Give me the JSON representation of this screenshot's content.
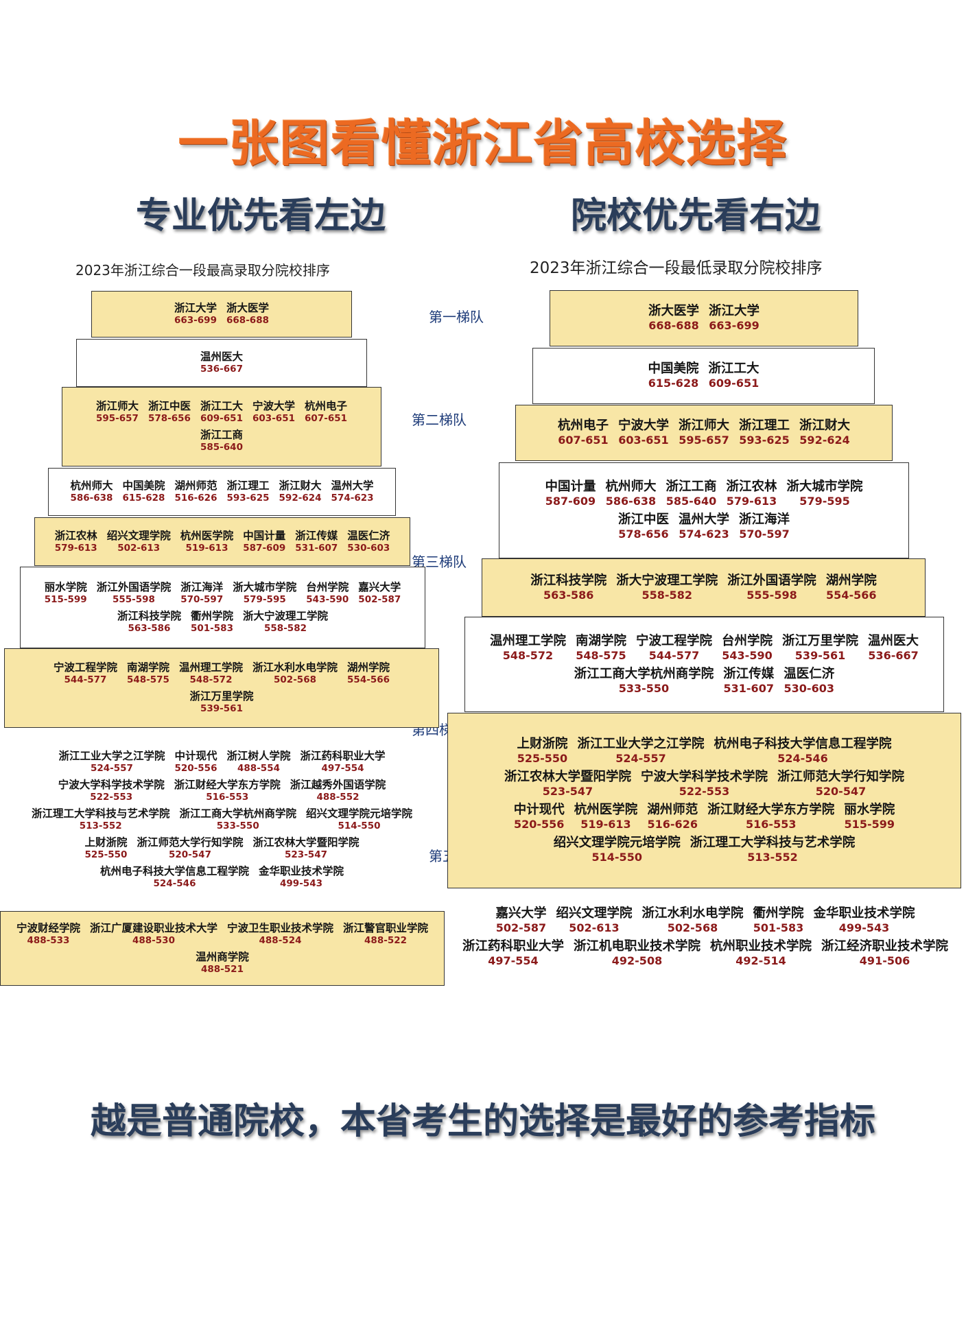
{
  "title": "一张图看懂浙江省高校选择",
  "left_heading": "专业优先看左边",
  "right_heading": "院校优先看右边",
  "left_caption": "2023年浙江综合一段最高录取分院校排序",
  "right_caption": "2023年浙江综合一段最低录取分院校排序",
  "tiers": [
    "第一梯队",
    "第二梯队",
    "第三梯队",
    "第四梯队",
    "第五梯队"
  ],
  "footer": "越是普通院校，本省考生的选择是最好的参考指标",
  "left_boxes": [
    {
      "style": "y",
      "rows": [
        [
          {
            "n": "浙江大学",
            "s": "663-699"
          },
          {
            "n": "浙大医学",
            "s": "668-688"
          }
        ]
      ]
    },
    {
      "style": "w",
      "rows": [
        [
          {
            "n": "温州医大",
            "s": "536-667"
          }
        ]
      ]
    },
    {
      "style": "y",
      "rows": [
        [
          {
            "n": "浙江师大",
            "s": "595-657"
          },
          {
            "n": "浙江中医",
            "s": "578-656"
          },
          {
            "n": "浙江工大",
            "s": "609-651"
          },
          {
            "n": "宁波大学",
            "s": "603-651"
          },
          {
            "n": "杭州电子",
            "s": "607-651"
          }
        ],
        [
          {
            "n": "浙江工商",
            "s": "585-640"
          }
        ]
      ]
    },
    {
      "style": "w",
      "rows": [
        [
          {
            "n": "杭州师大",
            "s": "586-638"
          },
          {
            "n": "中国美院",
            "s": "615-628"
          },
          {
            "n": "湖州师范",
            "s": "516-626"
          },
          {
            "n": "浙江理工",
            "s": "593-625"
          },
          {
            "n": "浙江财大",
            "s": "592-624"
          },
          {
            "n": "温州大学",
            "s": "574-623"
          }
        ]
      ]
    },
    {
      "style": "y",
      "rows": [
        [
          {
            "n": "浙江农林",
            "s": "579-613"
          },
          {
            "n": "绍兴文理学院",
            "s": "502-613"
          },
          {
            "n": "杭州医学院",
            "s": "519-613"
          },
          {
            "n": "中国计量",
            "s": "587-609"
          },
          {
            "n": "浙江传媒",
            "s": "531-607"
          },
          {
            "n": "温医仁济",
            "s": "530-603"
          }
        ]
      ]
    },
    {
      "style": "w",
      "rows": [
        [
          {
            "n": "丽水学院",
            "s": "515-599"
          },
          {
            "n": "浙江外国语学院",
            "s": "555-598"
          },
          {
            "n": "浙江海洋",
            "s": "570-597"
          },
          {
            "n": "浙大城市学院",
            "s": "579-595"
          },
          {
            "n": "台州学院",
            "s": "543-590"
          },
          {
            "n": "嘉兴大学",
            "s": "502-587"
          }
        ],
        [
          {
            "n": "浙江科技学院",
            "s": "563-586"
          },
          {
            "n": "衢州学院",
            "s": "501-583"
          },
          {
            "n": "浙大宁波理工学院",
            "s": "558-582"
          }
        ]
      ]
    },
    {
      "style": "y",
      "rows": [
        [
          {
            "n": "宁波工程学院",
            "s": "544-577"
          },
          {
            "n": "南湖学院",
            "s": "548-575"
          },
          {
            "n": "温州理工学院",
            "s": "548-572"
          },
          {
            "n": "浙江水利水电学院",
            "s": "502-568"
          },
          {
            "n": "湖州学院",
            "s": "554-566"
          }
        ],
        [
          {
            "n": "浙江万里学院",
            "s": "539-561"
          }
        ]
      ]
    },
    {
      "style": "n",
      "rows": [
        [
          {
            "n": "浙江工业大学之江学院",
            "s": "524-557"
          },
          {
            "n": "中计现代",
            "s": "520-556"
          },
          {
            "n": "浙江树人学院",
            "s": "488-554"
          },
          {
            "n": "浙江药科职业大学",
            "s": "497-554"
          }
        ],
        [
          {
            "n": "宁波大学科学技术学院",
            "s": "522-553"
          },
          {
            "n": "浙江财经大学东方学院",
            "s": "516-553"
          },
          {
            "n": "浙江越秀外国语学院",
            "s": "488-552"
          }
        ],
        [
          {
            "n": "浙江理工大学科技与艺术学院",
            "s": "513-552"
          },
          {
            "n": "浙江工商大学杭州商学院",
            "s": "533-550"
          },
          {
            "n": "绍兴文理学院元培学院",
            "s": "514-550"
          }
        ],
        [
          {
            "n": "上财浙院",
            "s": "525-550"
          },
          {
            "n": "浙江师范大学行知学院",
            "s": "520-547"
          },
          {
            "n": "浙江农林大学暨阳学院",
            "s": "523-547"
          }
        ],
        [
          {
            "n": "杭州电子科技大学信息工程学院",
            "s": "524-546"
          },
          {
            "n": "金华职业技术学院",
            "s": "499-543"
          }
        ]
      ]
    },
    {
      "style": "y",
      "rows": [
        [
          {
            "n": "宁波财经学院",
            "s": "488-533"
          },
          {
            "n": "浙江广厦建设职业技术大学",
            "s": "488-530"
          },
          {
            "n": "宁波卫生职业技术学院",
            "s": "488-524"
          },
          {
            "n": "浙江警官职业学院",
            "s": "488-522"
          }
        ],
        [
          {
            "n": "温州商学院",
            "s": "488-521"
          }
        ]
      ]
    }
  ],
  "right_boxes": [
    {
      "style": "y",
      "rows": [
        [
          {
            "n": "浙大医学",
            "s": "668-688"
          },
          {
            "n": "浙江大学",
            "s": "663-699"
          }
        ]
      ]
    },
    {
      "style": "w",
      "rows": [
        [
          {
            "n": "中国美院",
            "s": "615-628"
          },
          {
            "n": "浙江工大",
            "s": "609-651"
          }
        ]
      ]
    },
    {
      "style": "y",
      "rows": [
        [
          {
            "n": "杭州电子",
            "s": "607-651"
          },
          {
            "n": "宁波大学",
            "s": "603-651"
          },
          {
            "n": "浙江师大",
            "s": "595-657"
          },
          {
            "n": "浙江理工",
            "s": "593-625"
          },
          {
            "n": "浙江财大",
            "s": "592-624"
          }
        ]
      ]
    },
    {
      "style": "w",
      "rows": [
        [
          {
            "n": "中国计量",
            "s": "587-609"
          },
          {
            "n": "杭州师大",
            "s": "586-638"
          },
          {
            "n": "浙江工商",
            "s": "585-640"
          },
          {
            "n": "浙江农林",
            "s": "579-613"
          },
          {
            "n": "浙大城市学院",
            "s": "579-595"
          }
        ],
        [
          {
            "n": "浙江中医",
            "s": "578-656"
          },
          {
            "n": "温州大学",
            "s": "574-623"
          },
          {
            "n": "浙江海洋",
            "s": "570-597"
          }
        ]
      ]
    },
    {
      "style": "y",
      "rows": [
        [
          {
            "n": "浙江科技学院",
            "s": "563-586"
          },
          {
            "n": "浙大宁波理工学院",
            "s": "558-582"
          },
          {
            "n": "浙江外国语学院",
            "s": "555-598"
          },
          {
            "n": "湖州学院",
            "s": "554-566"
          }
        ]
      ]
    },
    {
      "style": "w",
      "rows": [
        [
          {
            "n": "温州理工学院",
            "s": "548-572"
          },
          {
            "n": "南湖学院",
            "s": "548-575"
          },
          {
            "n": "宁波工程学院",
            "s": "544-577"
          },
          {
            "n": "台州学院",
            "s": "543-590"
          },
          {
            "n": "浙江万里学院",
            "s": "539-561"
          },
          {
            "n": "温州医大",
            "s": "536-667"
          }
        ],
        [
          {
            "n": "浙江工商大学杭州商学院",
            "s": "533-550"
          },
          {
            "n": "浙江传媒",
            "s": "531-607"
          },
          {
            "n": "温医仁济",
            "s": "530-603"
          }
        ]
      ]
    },
    {
      "style": "y",
      "rows": [
        [
          {
            "n": "上财浙院",
            "s": "525-550"
          },
          {
            "n": "浙江工业大学之江学院",
            "s": "524-557"
          },
          {
            "n": "杭州电子科技大学信息工程学院",
            "s": "524-546"
          }
        ],
        [
          {
            "n": "浙江农林大学暨阳学院",
            "s": "523-547"
          },
          {
            "n": "宁波大学科学技术学院",
            "s": "522-553"
          },
          {
            "n": "浙江师范大学行知学院",
            "s": "520-547"
          }
        ],
        [
          {
            "n": "中计现代",
            "s": "520-556"
          },
          {
            "n": "杭州医学院",
            "s": "519-613"
          },
          {
            "n": "湖州师范",
            "s": "516-626"
          },
          {
            "n": "浙江财经大学东方学院",
            "s": "516-553"
          },
          {
            "n": "丽水学院",
            "s": "515-599"
          }
        ],
        [
          {
            "n": "绍兴文理学院元培学院",
            "s": "514-550"
          },
          {
            "n": "浙江理工大学科技与艺术学院",
            "s": "513-552"
          }
        ]
      ]
    },
    {
      "style": "n",
      "rows": [
        [
          {
            "n": "嘉兴大学",
            "s": "502-587"
          },
          {
            "n": "绍兴文理学院",
            "s": "502-613"
          },
          {
            "n": "浙江水利水电学院",
            "s": "502-568"
          },
          {
            "n": "衢州学院",
            "s": "501-583"
          },
          {
            "n": "金华职业技术学院",
            "s": "499-543"
          }
        ],
        [
          {
            "n": "浙江药科职业大学",
            "s": "497-554"
          },
          {
            "n": "浙江机电职业技术学院",
            "s": "492-508"
          },
          {
            "n": "杭州职业技术学院",
            "s": "492-514"
          },
          {
            "n": "浙江经济职业技术学院",
            "s": "491-506"
          }
        ]
      ]
    }
  ]
}
